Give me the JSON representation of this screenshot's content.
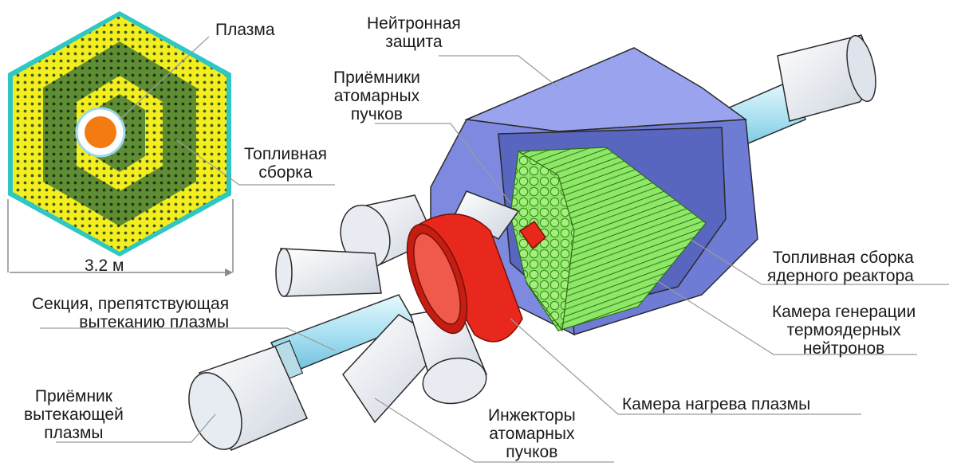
{
  "labels": {
    "plasma": "Плазма",
    "fuel_assembly": [
      "Топливная",
      "сборка"
    ],
    "dimension": "3.2 м",
    "neutron_shield": [
      "Нейтронная",
      "защита"
    ],
    "beam_receivers": [
      "Приёмники",
      "атомарных",
      "пучков"
    ],
    "reactor_fuel_assembly": [
      "Топливная сборка",
      "ядерного реактора"
    ],
    "neutron_chamber": [
      "Камера генерации",
      "термоядерных",
      "нейтронов"
    ],
    "heating_chamber": "Камера нагрева плазмы",
    "injectors": [
      "Инжекторы",
      "атомарных",
      "пучков"
    ],
    "outflow_section": [
      "Секция, препятствующая",
      "вытеканию плазмы"
    ],
    "outflow_receiver": [
      "Приёмник",
      "вытекающей",
      "плазмы"
    ]
  },
  "colors": {
    "core_yellow": "#f5ee1e",
    "core_green": "#5f8d34",
    "hex_edge": "#2ec7c3",
    "plasma_orange": "#f47a12",
    "shield_blue": "#7e8ae0",
    "fuel_rods_green": "#8ee867",
    "heating_ring_red": "#e8281c",
    "pipe_cyan": "#bfeaf6",
    "cylinder_white": "#eef1f6"
  }
}
